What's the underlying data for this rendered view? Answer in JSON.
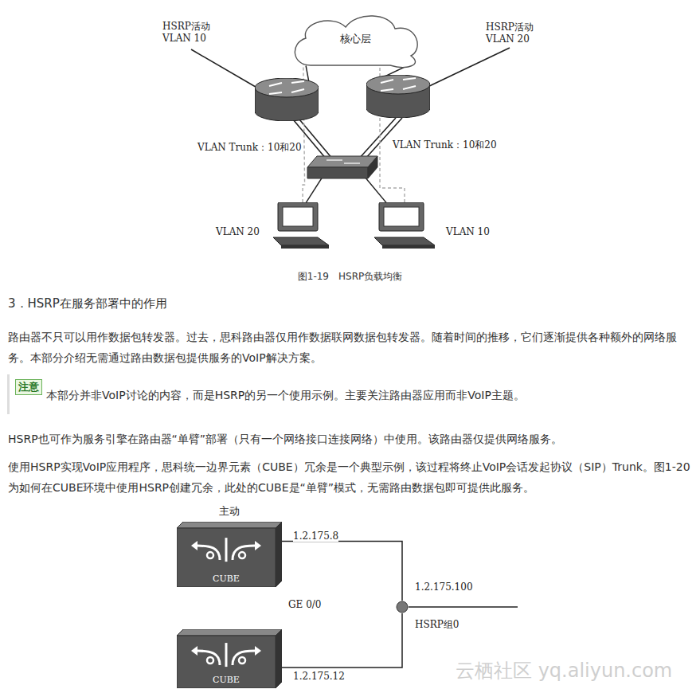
{
  "diagram": {
    "title": "3．HSRP在服务部署中的作用",
    "caption": "图1-19　HSRP负载均衡",
    "nodes": [
      {
        "text": [
          "核心层"
        ]
      },
      {
        "text": [
          "HSRP活动 VLAN 10"
        ]
      },
      {
        "text": [
          "HSRP活动 VLAN 20"
        ]
      },
      {
        "text": [
          "VLAN 20"
        ]
      },
      {
        "text": [
          "VLAN 10"
        ]
      },
      {
        "text": [
          "主动",
          "CUBE"
        ]
      },
      {
        "text": [
          "CUBE"
        ]
      },
      {
        "text": [
          "1.2.175.100",
          "HSRP组0"
        ]
      }
    ],
    "edges": [
      {
        "from": 1,
        "to": 0,
        "arrow": "none"
      },
      {
        "from": 2,
        "to": 0,
        "arrow": "none"
      },
      {
        "from": 3,
        "to": 0,
        "arrow": "to"
      },
      {
        "from": 4,
        "to": 0,
        "arrow": "to"
      },
      {
        "from": 5,
        "to": 7,
        "label": "1.2.175.8",
        "arrow": "none"
      },
      {
        "from": 6,
        "to": 7,
        "label": "1.2.175.12",
        "arrow": "none"
      }
    ],
    "labels": [
      "路由器不只可以用作数据包转发器。过去，思科路由器仅用作数据联网数据包转发器。随着时间的推移，它们逐渐提供各种额外的网络服务。本部分介绍无需通过路由数据包提供服务的VoIP解决方案。",
      "注意",
      "本部分并非VoIP讨论的内容，而是HSRP的另一个使用示例。主要关注路由器应用而非VoIP主题。",
      "HSRP也可作为服务引擎在路由器“单臂”部署（只有一个网络接口连接网络）中使用。该路由器仅提供网络服务。",
      "使用HSRP实现VoIP应用程序，思科统一边界元素（CUBE）冗余是一个典型示例，该过程将终止VoIP会话发起协议（SIP）Trunk。图1-20为如何在CUBE环境中使用HSRP创建冗余，此处的CUBE是“单臂”模式，无需路由数据包即可提供此服务。",
      "VLAN Trunk：10和20",
      "VLAN Trunk：10和20",
      "GE 0/0",
      "云栖社区 yq.aliyun.com"
    ]
  }
}
